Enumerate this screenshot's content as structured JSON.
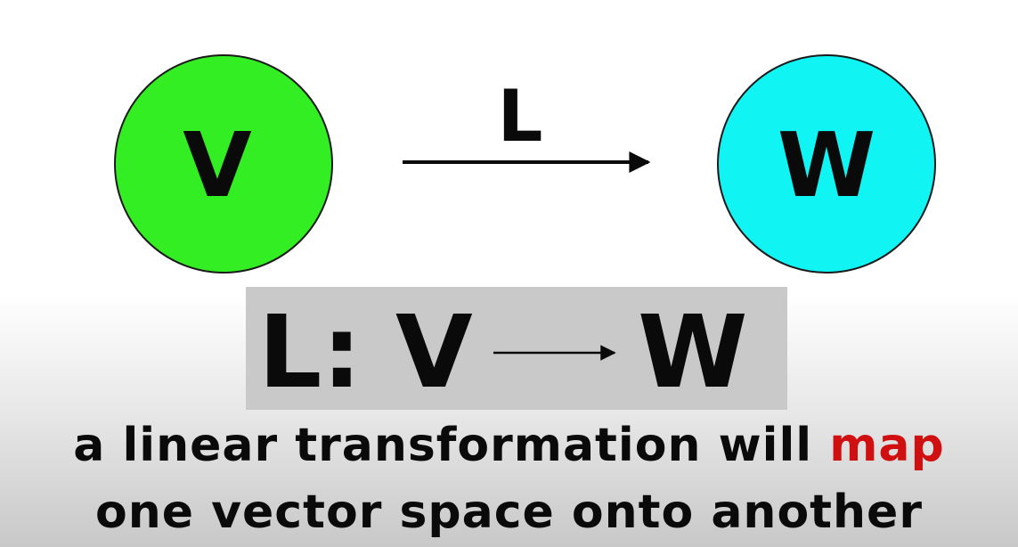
{
  "diagram": {
    "domain_label": "V",
    "codomain_label": "W",
    "map_label": "L",
    "domain_color": "#33ee22",
    "codomain_color": "#11f4f4"
  },
  "notation": {
    "map": "L:",
    "domain": "V",
    "codomain": "W"
  },
  "caption": {
    "line1_prefix": "a linear transformation will ",
    "line1_highlight": "map",
    "line2": "one vector space onto another",
    "highlight_color": "#d01010"
  }
}
